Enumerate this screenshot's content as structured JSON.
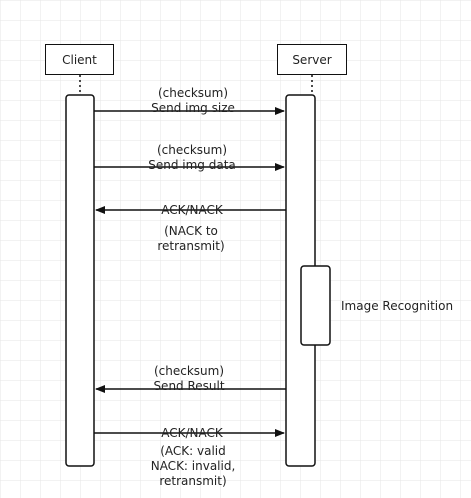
{
  "participants": {
    "client": "Client",
    "server": "Server"
  },
  "messages": [
    {
      "line1": "(checksum)",
      "line2": "Send img size",
      "direction": "client-to-server"
    },
    {
      "line1": "(checksum)",
      "line2": "Send img data",
      "direction": "client-to-server"
    },
    {
      "line1": "ACK/NACK",
      "direction": "server-to-client",
      "note": [
        "(NACK to",
        "retransmit)"
      ]
    },
    {
      "line1": "(checksum)",
      "line2": "Send Result",
      "direction": "server-to-client"
    },
    {
      "line1": "ACK/NACK",
      "direction": "client-to-server",
      "note": [
        "(ACK: valid",
        "NACK: invalid,",
        "retransmit)"
      ]
    }
  ],
  "self_process": {
    "label": "Image Recognition"
  },
  "colors": {
    "grid": "#e6e6e6",
    "stroke": "#111111",
    "text": "#222222"
  }
}
